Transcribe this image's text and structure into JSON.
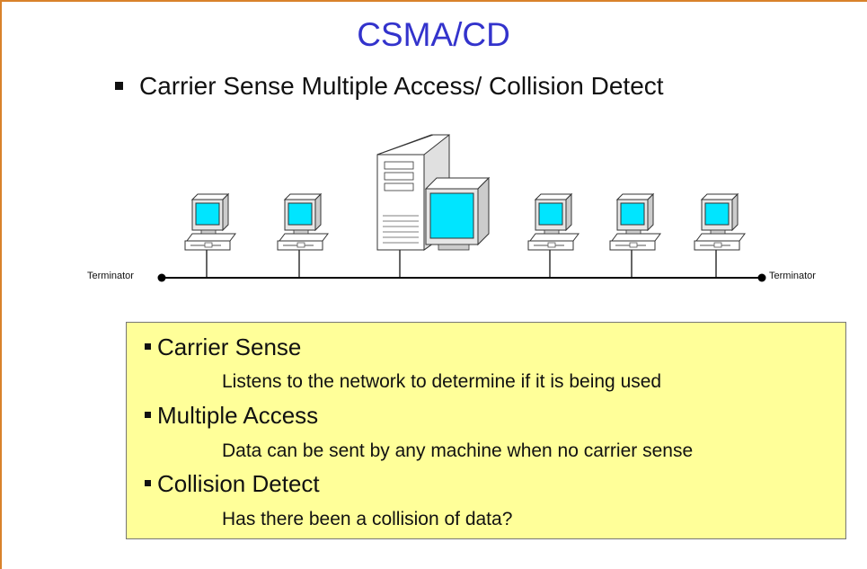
{
  "slide": {
    "title": "CSMA/CD",
    "bullet": "Carrier Sense Multiple Access/ Collision Detect"
  },
  "diagram": {
    "terminator_left": "Terminator",
    "terminator_right": "Terminator",
    "nodes": [
      "workstation",
      "workstation",
      "server",
      "workstation",
      "workstation",
      "workstation"
    ],
    "colors": {
      "screen": "#00e5ff",
      "case": "#ffffff",
      "outline": "#333333",
      "bus": "#000000"
    }
  },
  "definitions": [
    {
      "term": "Carrier Sense",
      "description": "Listens to the network to determine if it is being used"
    },
    {
      "term": "Multiple Access",
      "description": "Data can be sent by any machine when no carrier sense"
    },
    {
      "term": "Collision Detect",
      "description": "Has there been a collision of data?"
    }
  ],
  "colors": {
    "title": "#3333cc",
    "box_background": "#ffff99",
    "frame": "#d9822b"
  }
}
